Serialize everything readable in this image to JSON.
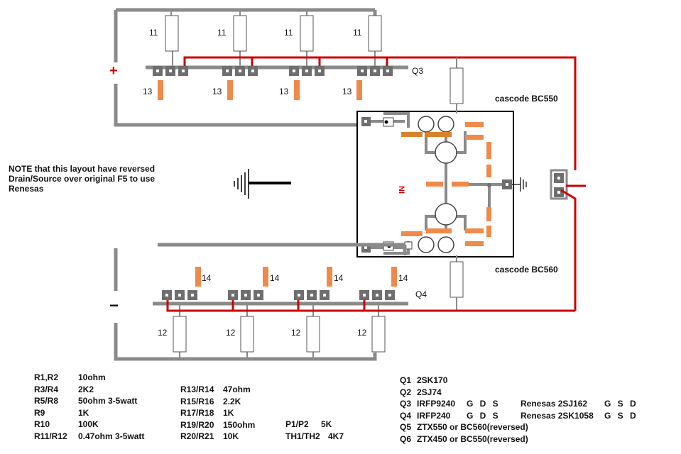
{
  "colors": {
    "rail": "#8a8a8a",
    "trace_red": "#cc0000",
    "pad": "#6e6e6e",
    "resistor_orange": "#f08a4b",
    "resistor_dark": "#d9822b",
    "box": "#000000"
  },
  "labels": {
    "plus": "+",
    "minus": "−",
    "q3": "Q3",
    "q4": "Q4",
    "r11": "11",
    "r13": "13",
    "r14": "14",
    "r12": "12",
    "cascode_top": "cascode BC550",
    "cascode_bottom": "cascode BC560",
    "ni": "NI"
  },
  "note": [
    "NOTE that this layout have reversed",
    "Drain/Source over original F5 to use",
    "Renesas"
  ],
  "parts_col1": [
    {
      "ref": "R1,R2",
      "value": "10ohm"
    },
    {
      "ref": "R3/R4",
      "value": "2K2"
    },
    {
      "ref": "R5/R8",
      "value": "50ohm  3-5watt"
    },
    {
      "ref": "R9",
      "value": "1K"
    },
    {
      "ref": "R10",
      "value": "100K"
    },
    {
      "ref": "R11/R12",
      "value": "0.47ohm  3-5watt"
    }
  ],
  "parts_col2": [
    {
      "ref": "R13/R14",
      "value": "47ohm"
    },
    {
      "ref": "R15/R16",
      "value": "2.2K"
    },
    {
      "ref": "R17/R18",
      "value": "1K"
    },
    {
      "ref": "R19/R20",
      "value": "150ohm"
    },
    {
      "ref": "R20/R21",
      "value": "10K"
    }
  ],
  "parts_col3": [
    {
      "ref": "P1/P2",
      "value": "5K"
    },
    {
      "ref": "TH1/TH2",
      "value": "4K7"
    }
  ],
  "transistors": [
    {
      "ref": "Q1",
      "value": "2SK170",
      "pins": "",
      "alt": "",
      "alt_pins": ""
    },
    {
      "ref": "Q2",
      "value": "2SJ74",
      "pins": "",
      "alt": "",
      "alt_pins": ""
    },
    {
      "ref": "Q3",
      "value": "IRFP9240",
      "pins": "G  D  S",
      "alt": "Renesas  2SJ162",
      "alt_pins": "G  S  D"
    },
    {
      "ref": "Q4",
      "value": "IRFP240",
      "pins": "G  D  S",
      "alt": "Renesas  2SK1058",
      "alt_pins": "G  S  D"
    },
    {
      "ref": "Q5",
      "value": "ZTX550  or  BC560(reversed)",
      "pins": "",
      "alt": "",
      "alt_pins": ""
    },
    {
      "ref": "Q6",
      "value": "ZTX450  or  BC550(reversed)",
      "pins": "",
      "alt": "",
      "alt_pins": ""
    }
  ]
}
